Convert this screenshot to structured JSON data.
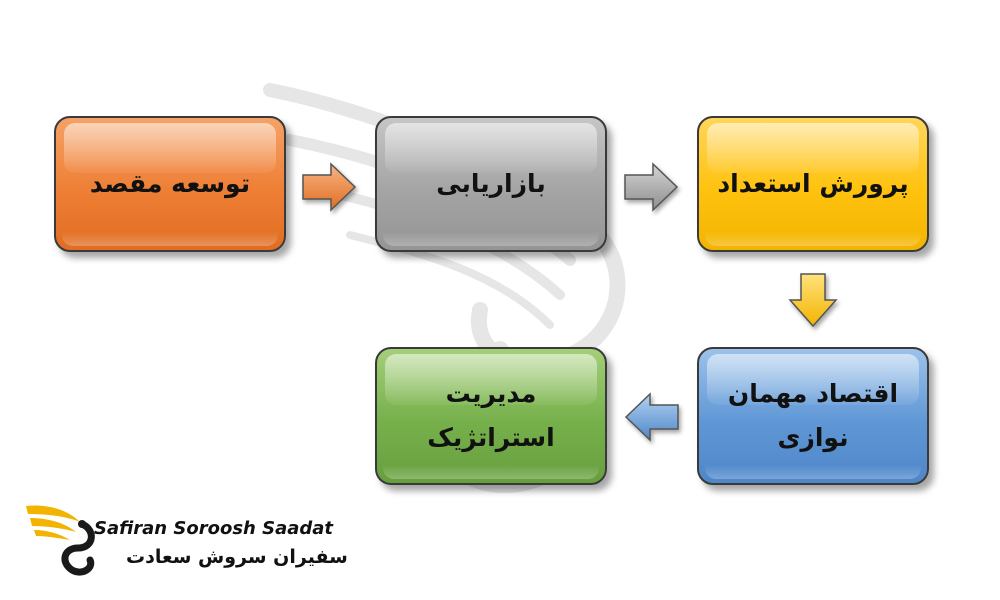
{
  "diagram": {
    "nodes": [
      {
        "id": "box-1",
        "lines": [
          "توسعه مقصد"
        ],
        "color": "#ee7f35"
      },
      {
        "id": "box-2",
        "lines": [
          "بازاریابی"
        ],
        "color": "#a4a4a4"
      },
      {
        "id": "box-3",
        "lines": [
          "پرورش استعداد"
        ],
        "color": "#ffc20e"
      },
      {
        "id": "box-4",
        "lines": [
          "اقتصاد مهمان",
          "نوازی"
        ],
        "color": "#5f97d6"
      },
      {
        "id": "box-5",
        "lines": [
          "مدیریت",
          "استراتژیک"
        ],
        "color": "#76b04b"
      }
    ],
    "edges": [
      {
        "from": "box-1",
        "to": "box-2",
        "direction": "right",
        "color": "#ee7f35"
      },
      {
        "from": "box-2",
        "to": "box-3",
        "direction": "right",
        "color": "#a4a4a4"
      },
      {
        "from": "box-3",
        "to": "box-4",
        "direction": "down",
        "color": "#ffc20e"
      },
      {
        "from": "box-4",
        "to": "box-5",
        "direction": "left",
        "color": "#5f97d6"
      }
    ]
  },
  "logo": {
    "latin": "Safiran Soroosh Saadat",
    "persian": "سفیران سروش سعادت",
    "colors": {
      "gold": "#f2b400",
      "dark": "#1a1a1a"
    }
  },
  "watermark": {
    "icon": "bird-swirl-icon"
  }
}
